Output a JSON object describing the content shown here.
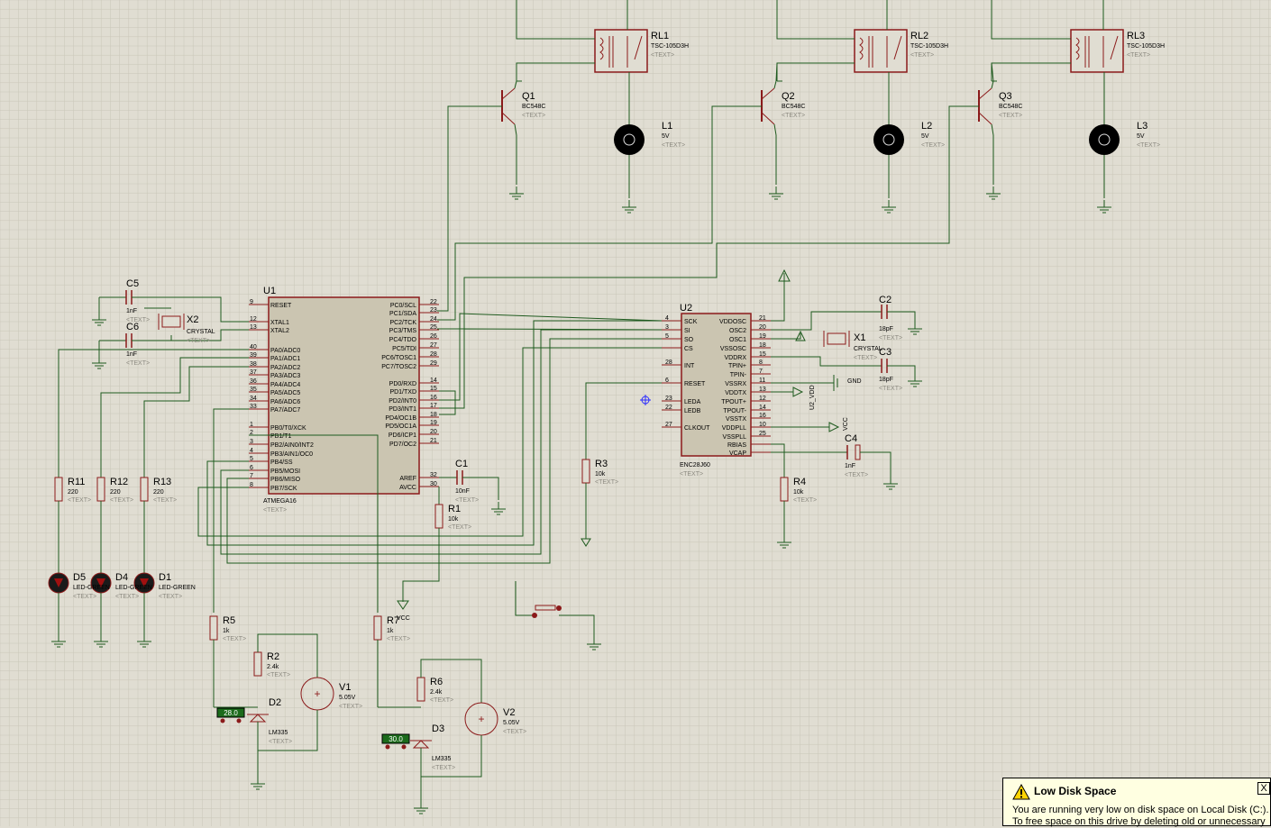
{
  "schematic": {
    "grid_color": "#c9c6b8",
    "wire_color": "#1e5a1e",
    "component_color": "#8b1a1a",
    "relays": [
      {
        "ref": "RL1",
        "part": "TSC-105D3H",
        "text": "<TEXT>"
      },
      {
        "ref": "RL2",
        "part": "TSC-105D3H",
        "text": "<TEXT>"
      },
      {
        "ref": "RL3",
        "part": "TSC-105D3H",
        "text": "<TEXT>"
      }
    ],
    "transistors": [
      {
        "ref": "Q1",
        "part": "BC548C",
        "text": "<TEXT>"
      },
      {
        "ref": "Q2",
        "part": "BC548C",
        "text": "<TEXT>"
      },
      {
        "ref": "Q3",
        "part": "BC548C",
        "text": "<TEXT>"
      }
    ],
    "lamps": [
      {
        "ref": "L1",
        "value": "5V",
        "text": "<TEXT>"
      },
      {
        "ref": "L2",
        "value": "5V",
        "text": "<TEXT>"
      },
      {
        "ref": "L3",
        "value": "5V",
        "text": "<TEXT>"
      }
    ],
    "u1": {
      "ref": "U1",
      "part": "ATMEGA16",
      "text": "<TEXT>",
      "left_pins": [
        {
          "num": "9",
          "name": "RESET"
        },
        {
          "num": "12",
          "name": "XTAL1"
        },
        {
          "num": "13",
          "name": "XTAL2"
        },
        {
          "num": "40",
          "name": "PA0/ADC0"
        },
        {
          "num": "39",
          "name": "PA1/ADC1"
        },
        {
          "num": "38",
          "name": "PA2/ADC2"
        },
        {
          "num": "37",
          "name": "PA3/ADC3"
        },
        {
          "num": "36",
          "name": "PA4/ADC4"
        },
        {
          "num": "35",
          "name": "PA5/ADC5"
        },
        {
          "num": "34",
          "name": "PA6/ADC6"
        },
        {
          "num": "33",
          "name": "PA7/ADC7"
        },
        {
          "num": "1",
          "name": "PB0/T0/XCK"
        },
        {
          "num": "2",
          "name": "PB1/T1"
        },
        {
          "num": "3",
          "name": "PB2/AIN0/INT2"
        },
        {
          "num": "4",
          "name": "PB3/AIN1/OC0"
        },
        {
          "num": "5",
          "name": "PB4/SS"
        },
        {
          "num": "6",
          "name": "PB5/MOSI"
        },
        {
          "num": "7",
          "name": "PB6/MISO"
        },
        {
          "num": "8",
          "name": "PB7/SCK"
        }
      ],
      "right_pins": [
        {
          "num": "22",
          "name": "PC0/SCL"
        },
        {
          "num": "23",
          "name": "PC1/SDA"
        },
        {
          "num": "24",
          "name": "PC2/TCK"
        },
        {
          "num": "25",
          "name": "PC3/TMS"
        },
        {
          "num": "26",
          "name": "PC4/TDO"
        },
        {
          "num": "27",
          "name": "PC5/TDI"
        },
        {
          "num": "28",
          "name": "PC6/TOSC1"
        },
        {
          "num": "29",
          "name": "PC7/TOSC2"
        },
        {
          "num": "14",
          "name": "PD0/RXD"
        },
        {
          "num": "15",
          "name": "PD1/TXD"
        },
        {
          "num": "16",
          "name": "PD2/INT0"
        },
        {
          "num": "17",
          "name": "PD3/INT1"
        },
        {
          "num": "18",
          "name": "PD4/OC1B"
        },
        {
          "num": "19",
          "name": "PD5/OC1A"
        },
        {
          "num": "20",
          "name": "PD6/ICP1"
        },
        {
          "num": "21",
          "name": "PD7/OC2"
        },
        {
          "num": "32",
          "name": "AREF"
        },
        {
          "num": "30",
          "name": "AVCC"
        }
      ]
    },
    "u2": {
      "ref": "U2",
      "part": "ENC28J60",
      "text": "<TEXT>",
      "left_pins": [
        {
          "num": "4",
          "name": "SCK"
        },
        {
          "num": "3",
          "name": "SI"
        },
        {
          "num": "5",
          "name": "SO"
        },
        {
          "num": "",
          "name": "CS"
        },
        {
          "num": "28",
          "name": "INT"
        },
        {
          "num": "6",
          "name": "RESET"
        },
        {
          "num": "23",
          "name": "LEDA"
        },
        {
          "num": "22",
          "name": "LEDB"
        },
        {
          "num": "27",
          "name": "CLKOUT"
        }
      ],
      "right_pins": [
        {
          "num": "21",
          "name": "VDDOSC"
        },
        {
          "num": "20",
          "name": "OSC2"
        },
        {
          "num": "19",
          "name": "OSC1"
        },
        {
          "num": "18",
          "name": "VSSOSC"
        },
        {
          "num": "15",
          "name": "VDDRX"
        },
        {
          "num": "8",
          "name": "TPIN+"
        },
        {
          "num": "7",
          "name": "TPIN-"
        },
        {
          "num": "11",
          "name": "VSSRX"
        },
        {
          "num": "13",
          "name": "VDDTX"
        },
        {
          "num": "12",
          "name": "TPOUT+"
        },
        {
          "num": "14",
          "name": "TPOUT-"
        },
        {
          "num": "16",
          "name": "VSSTX"
        },
        {
          "num": "10",
          "name": "VDDPLL"
        },
        {
          "num": "25",
          "name": "VSSPLL"
        },
        {
          "num": "",
          "name": "RBIAS"
        },
        {
          "num": "",
          "name": "VCAP"
        }
      ]
    },
    "capacitors": [
      {
        "ref": "C5",
        "value": "1nF",
        "text": "<TEXT>"
      },
      {
        "ref": "C6",
        "value": "1nF",
        "text": "<TEXT>"
      },
      {
        "ref": "C1",
        "value": "10nF",
        "text": "<TEXT>"
      },
      {
        "ref": "C2",
        "value": "18pF",
        "text": "<TEXT>"
      },
      {
        "ref": "C3",
        "value": "18pF",
        "text": "<TEXT>"
      },
      {
        "ref": "C4",
        "value": "1nF",
        "text": "<TEXT>"
      }
    ],
    "crystals": [
      {
        "ref": "X2",
        "part": "CRYSTAL",
        "text": "<TEXT>"
      },
      {
        "ref": "X1",
        "part": "CRYSTAL",
        "text": "<TEXT>"
      }
    ],
    "resistors": [
      {
        "ref": "R11",
        "value": "220",
        "text": "<TEXT>"
      },
      {
        "ref": "R12",
        "value": "220",
        "text": "<TEXT>"
      },
      {
        "ref": "R13",
        "value": "220",
        "text": "<TEXT>"
      },
      {
        "ref": "R1",
        "value": "10k",
        "text": "<TEXT>"
      },
      {
        "ref": "R3",
        "value": "10k",
        "text": "<TEXT>"
      },
      {
        "ref": "R4",
        "value": "10k",
        "text": "<TEXT>"
      },
      {
        "ref": "R5",
        "value": "1k",
        "text": "<TEXT>"
      },
      {
        "ref": "R2",
        "value": "2.4k",
        "text": "<TEXT>"
      },
      {
        "ref": "R7",
        "value": "1k",
        "text": "<TEXT>"
      },
      {
        "ref": "R6",
        "value": "2.4k",
        "text": "<TEXT>"
      }
    ],
    "leds": [
      {
        "ref": "D5",
        "part": "LED-GREEN",
        "text": "<TEXT>"
      },
      {
        "ref": "D4",
        "part": "LED-GREEN",
        "text": "<TEXT>"
      },
      {
        "ref": "D1",
        "part": "LED-GREEN",
        "text": "<TEXT>"
      }
    ],
    "sensors": [
      {
        "ref": "D2",
        "part": "LM335",
        "text": "<TEXT>",
        "readout": "28.0"
      },
      {
        "ref": "D3",
        "part": "LM335",
        "text": "<TEXT>",
        "readout": "30.0"
      }
    ],
    "sources": [
      {
        "ref": "V1",
        "value": "5.05V",
        "text": "<TEXT>"
      },
      {
        "ref": "V2",
        "value": "5.05V",
        "text": "<TEXT>"
      }
    ],
    "labels": {
      "vcc": "VCC",
      "vcc2": "VCC",
      "gnd": "GND",
      "u2vdd": "U2_VDD"
    }
  },
  "balloon": {
    "title": "Low Disk Space",
    "message_line1": "You are running very low on disk space on Local Disk (C:).",
    "message_line2": "To free space on this drive by deleting old or unnecessary",
    "close_label": "X",
    "icon": "warning-icon"
  }
}
